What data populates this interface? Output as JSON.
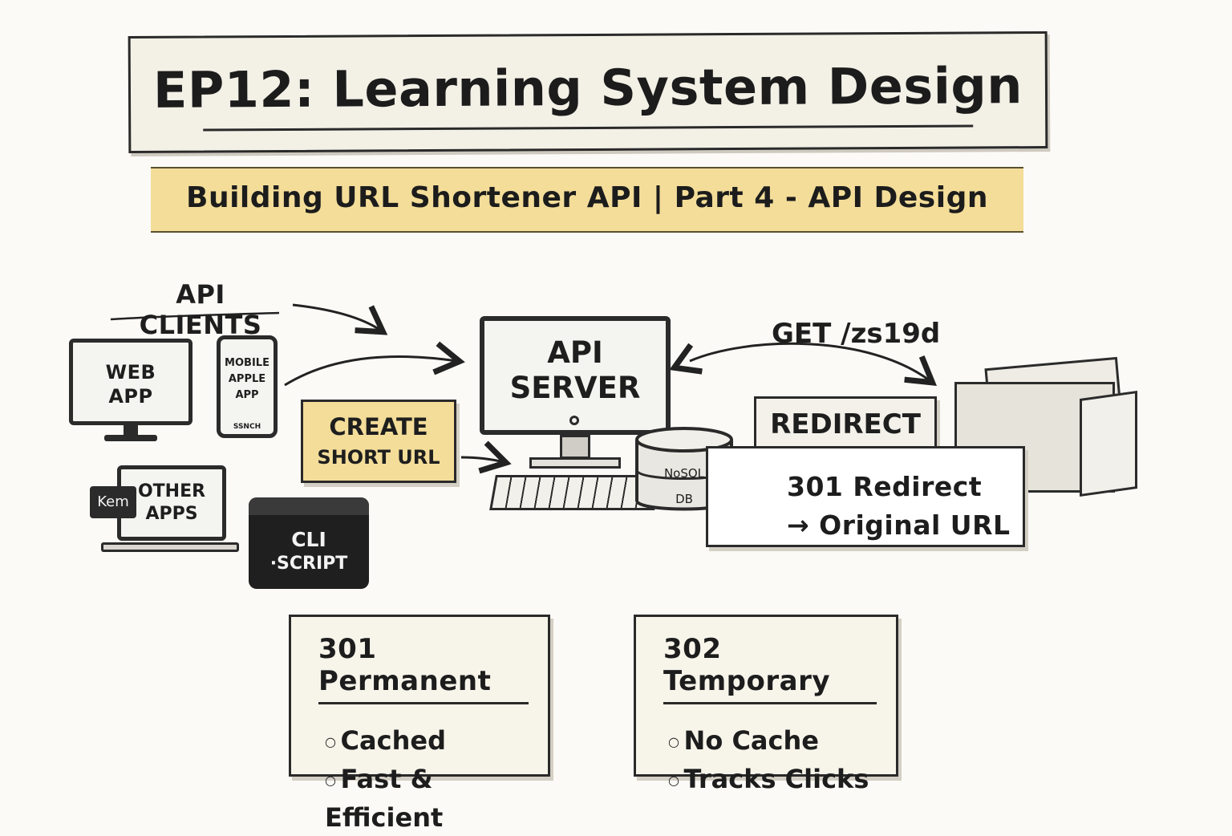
{
  "title": "EP12: Learning System Design",
  "subtitle": "Building URL Shortener API | Part 4 - API Design",
  "clients": {
    "heading": "API CLIENTS",
    "web_app": [
      "WEB",
      "APP"
    ],
    "mobile_app": [
      "MOBILE",
      "APPLE",
      "APP"
    ],
    "mobile_bottom": "SSNCH",
    "other_apps": [
      "OTHER",
      "APPS"
    ],
    "other_badge": "Kem",
    "cli_script": [
      "CLI",
      "·SCRIPT"
    ]
  },
  "create_short_url": [
    "CREATE",
    "SHORT URL"
  ],
  "api_server": [
    "API",
    "SERVER"
  ],
  "database": [
    "NoSQL",
    "DB"
  ],
  "get_request": "GET /zs19d",
  "redirect_tab": "REDIRECT",
  "redirect_result": [
    "301 Redirect",
    "→ Original URL"
  ],
  "cards": [
    {
      "title": "301 Permanent",
      "items": [
        "Cached",
        "Fast & Efficient"
      ]
    },
    {
      "title": "302 Temporary",
      "items": [
        "No Cache",
        "Tracks Clicks"
      ]
    }
  ],
  "colors": {
    "ink": "#1d1d1d",
    "paper": "#fbfaf6",
    "highlight_yellow": "#f3dd99",
    "card_bg": "#f7f4ea"
  }
}
